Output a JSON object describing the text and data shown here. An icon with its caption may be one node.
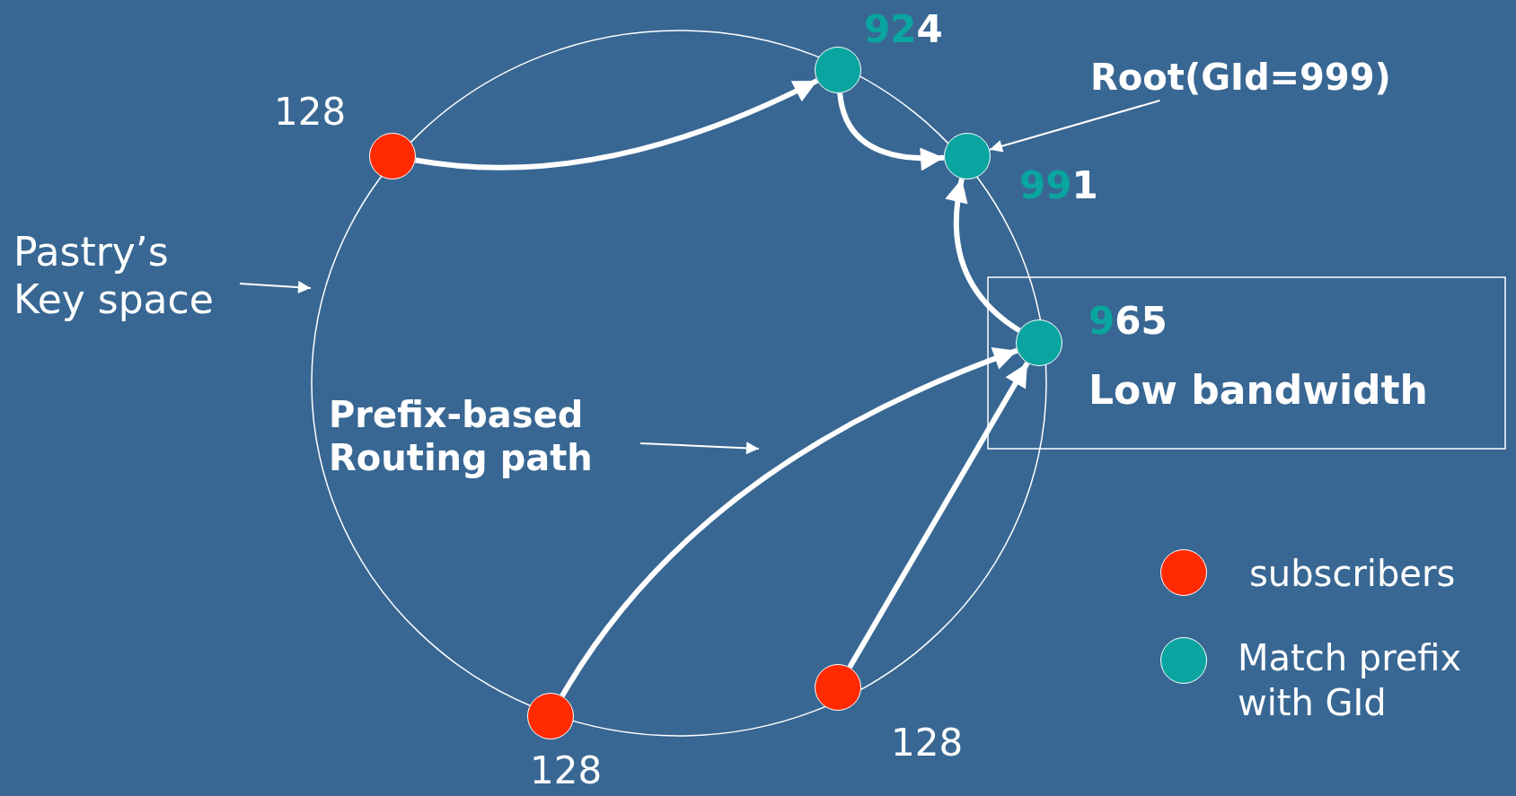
{
  "diagram": {
    "nodes": [
      {
        "text": [],
        "shape": "circle",
        "beside": [
          "924"
        ]
      },
      {
        "text": [
          "Root(GId=999)"
        ]
      },
      {
        "text": [],
        "shape": "circle",
        "beside": [
          "128"
        ]
      },
      {
        "text": [],
        "shape": "circle",
        "beside": [
          "991"
        ]
      },
      {
        "text": [
          "Pastry’s Key space"
        ]
      },
      {
        "text": [],
        "shape": "circle",
        "beside": [
          "965",
          "Low bandwidth"
        ]
      },
      {
        "text": [
          "Prefix-based Routing path"
        ]
      },
      {
        "text": [],
        "shape": "circle",
        "beside": [
          "128"
        ]
      },
      {
        "text": [],
        "shape": "circle",
        "beside": [
          "128"
        ]
      }
    ],
    "edges": [
      {
        "from": 2,
        "to": 0,
        "arrow": "to"
      },
      {
        "from": 0,
        "to": 3,
        "arrow": "to"
      },
      {
        "from": 5,
        "to": 3,
        "arrow": "to"
      },
      {
        "from": 7,
        "to": 5,
        "arrow": "to"
      },
      {
        "from": 8,
        "to": 5,
        "arrow": "to"
      },
      {
        "from": 1,
        "to": 3,
        "arrow": "to"
      },
      {
        "from": 4,
        "to": null,
        "arrow": "to"
      },
      {
        "from": 6,
        "to": null,
        "arrow": "to"
      }
    ],
    "legend": [
      {
        "text": "subscribers",
        "color": "#ff2a00"
      },
      {
        "text": "Match prefix with GId",
        "color": "#0aa5a0"
      }
    ]
  }
}
